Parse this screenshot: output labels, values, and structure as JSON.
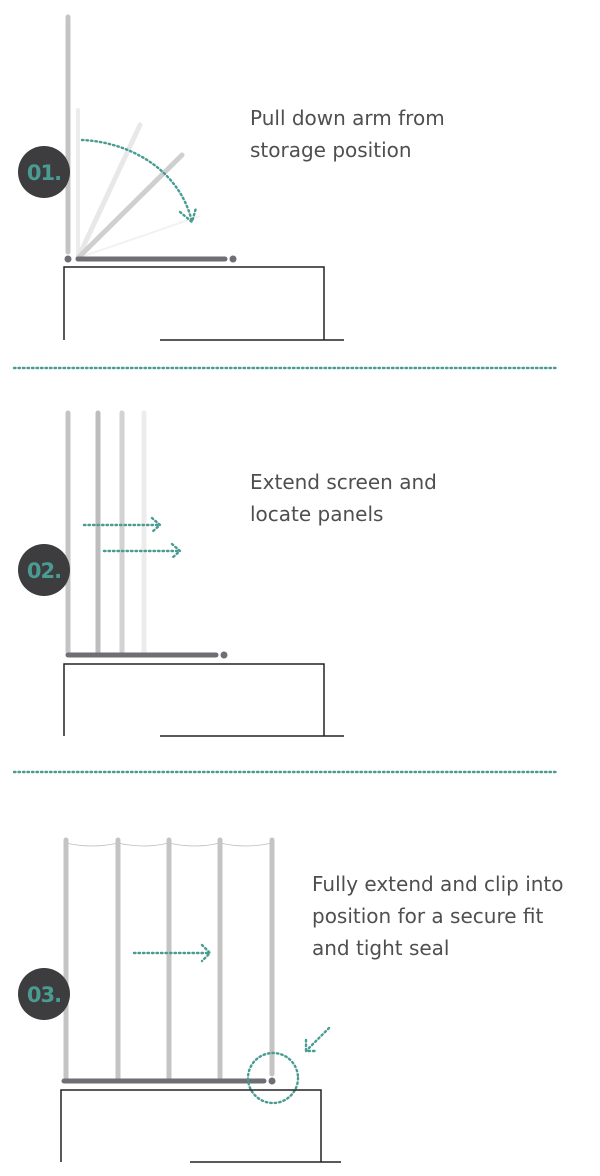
{
  "colors": {
    "accent": "#4a9c93",
    "badge": "#3d3d3f",
    "pole": "#c4c4c4",
    "base": "#6e6e73",
    "text": "#4f4f52"
  },
  "steps": [
    {
      "number": "01.",
      "lines": [
        "Pull down arm from",
        "storage position"
      ]
    },
    {
      "number": "02.",
      "lines": [
        "Extend screen and",
        "locate panels"
      ]
    },
    {
      "number": "03.",
      "lines": [
        "Fully extend and clip into",
        "position for a secure fit",
        "and tight seal"
      ]
    }
  ]
}
